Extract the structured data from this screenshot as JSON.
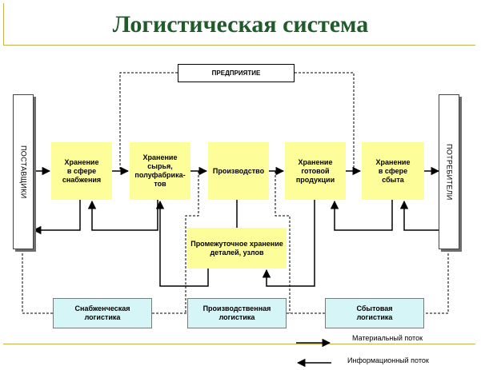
{
  "title": "Логистическая система",
  "enterprise": "ПРЕДПРИЯТИЕ",
  "suppliers": "ПОСТАВЩИКИ",
  "consumers": "ПОТРЕБИТЕЛИ",
  "stages": [
    {
      "label": "Хранение\nв сфере\nснабжения"
    },
    {
      "label": "Хранение\nсырья,\nполуфабрика-\nтов"
    },
    {
      "label": "Производство"
    },
    {
      "label": "Хранение\nготовой\nпродукции"
    },
    {
      "label": "Хранение\nв сфере\nсбыта"
    }
  ],
  "intermediate": "Промежуточное хранение\nдеталей, узлов",
  "logistics": [
    {
      "label": "Снабженческая\nлогистика"
    },
    {
      "label": "Производственная\nлогистика"
    },
    {
      "label": "Сбытовая\nлогистика"
    }
  ],
  "legend": {
    "material": "Материальный поток",
    "info": "Информационный поток"
  }
}
